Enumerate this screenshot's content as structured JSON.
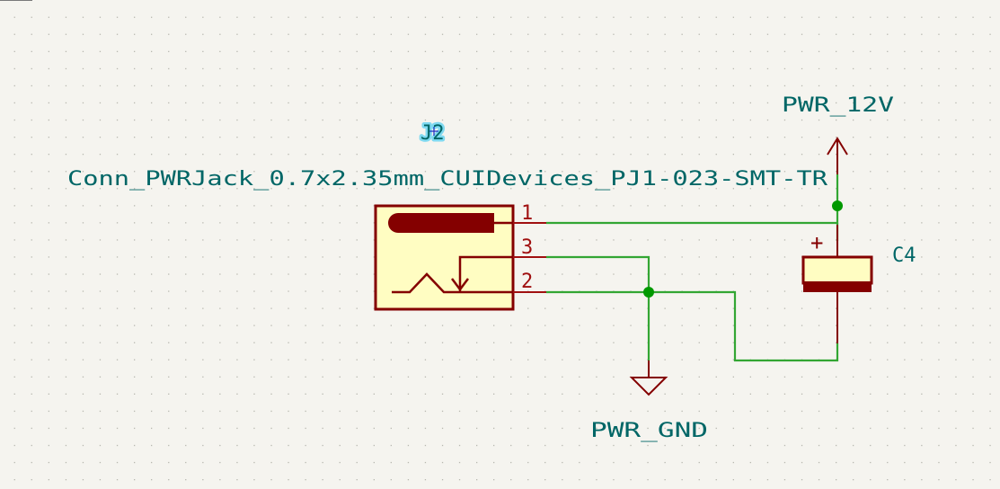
{
  "app": "KiCad Schematic Editor",
  "colors": {
    "background": "#f5f4ef",
    "grid": "#b8b8b0",
    "wire": "#33a633",
    "junction": "#009900",
    "symbol_outline": "#840000",
    "symbol_fill": "#fffdc2",
    "pin": "#a01010",
    "pin_number": "#a01010",
    "reference_text": "#006666",
    "value_text": "#006666",
    "power_text": "#006666",
    "highlight": "#7fd9f0"
  },
  "components": {
    "j2": {
      "reference": "J2",
      "value": "Conn_PWRJack_0.7x2.35mm_CUIDevices_PJ1-023-SMT-TR",
      "pins": [
        {
          "number": "1"
        },
        {
          "number": "3"
        },
        {
          "number": "2"
        }
      ]
    },
    "c4": {
      "reference": "C4",
      "polarity_mark": "+"
    }
  },
  "power_symbols": {
    "vcc": {
      "label": "PWR_12V"
    },
    "gnd": {
      "label": "PWR_GND"
    }
  }
}
